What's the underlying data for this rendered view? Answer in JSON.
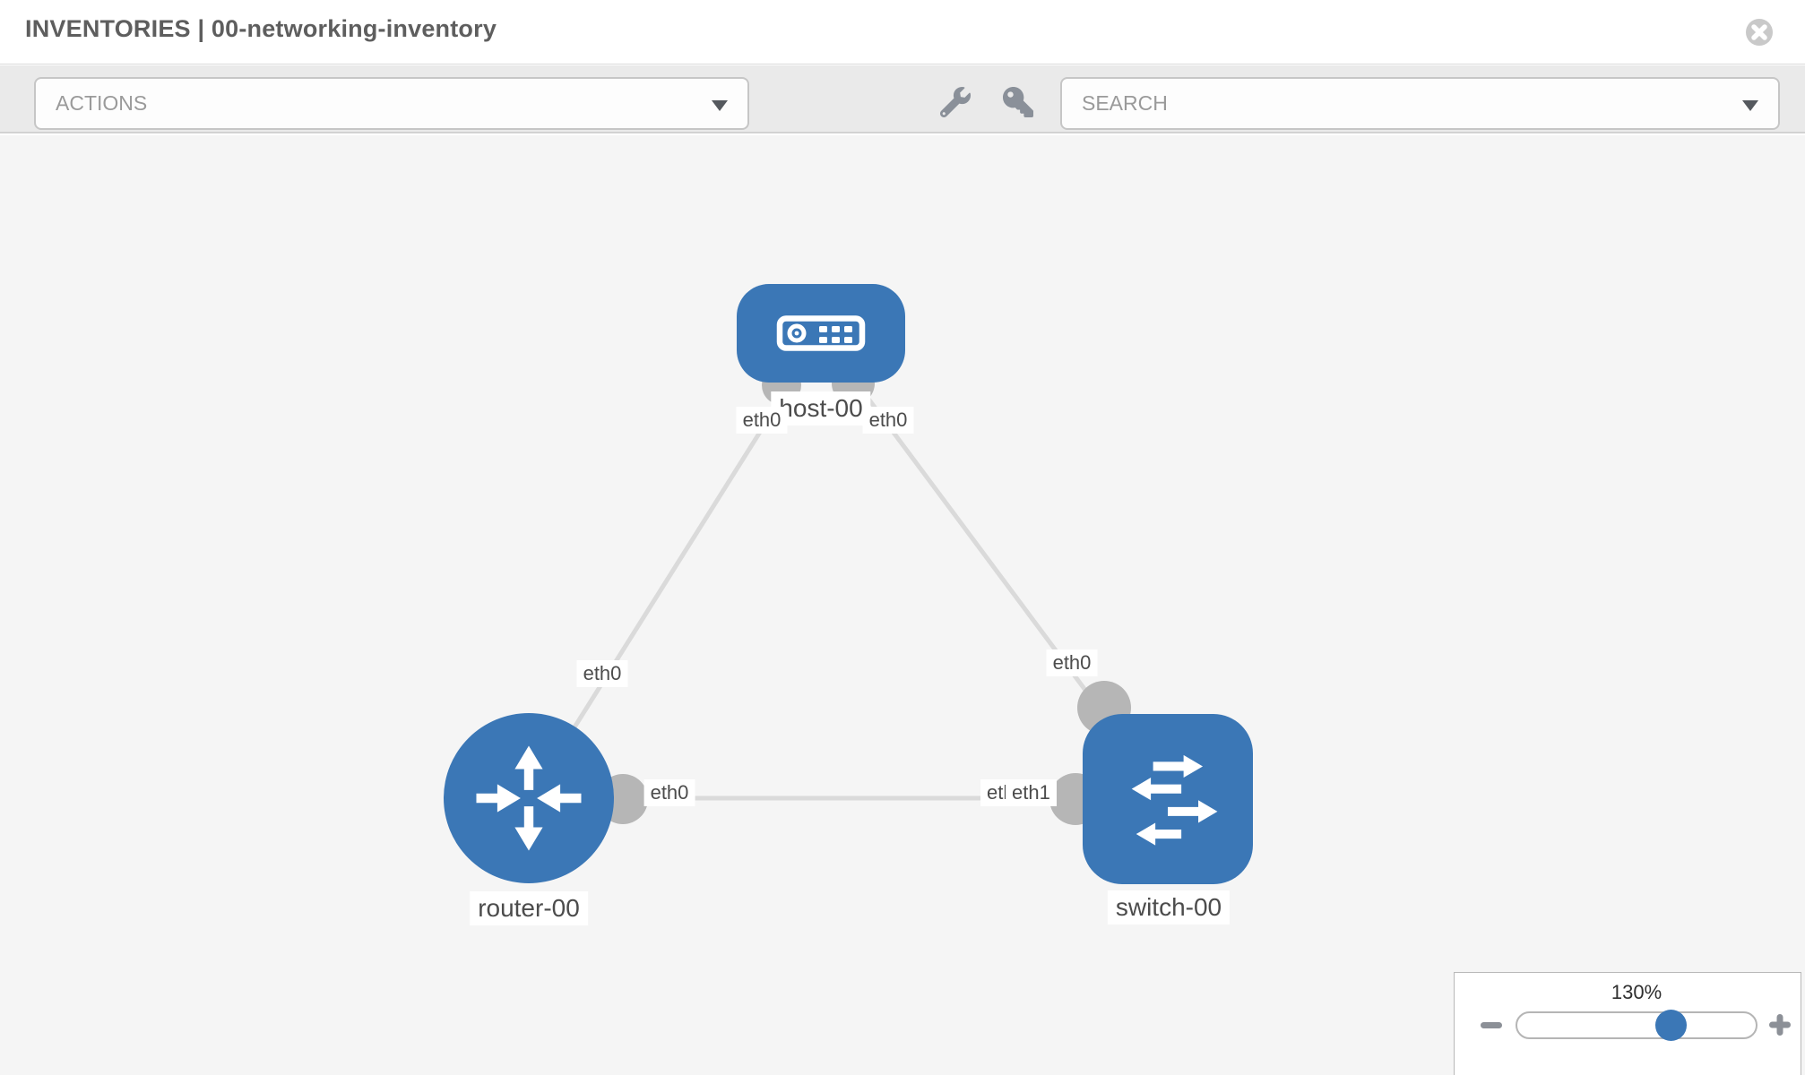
{
  "header": {
    "title": "INVENTORIES | 00-networking-inventory"
  },
  "toolbar": {
    "actions_label": "ACTIONS",
    "search_label": "SEARCH"
  },
  "topology": {
    "nodes": [
      {
        "id": "host-00",
        "type": "host",
        "label": "host-00"
      },
      {
        "id": "router-00",
        "type": "router",
        "label": "router-00"
      },
      {
        "id": "switch-00",
        "type": "switch",
        "label": "switch-00"
      }
    ],
    "links": [
      {
        "from": "host-00",
        "to": "router-00",
        "from_iface": "eth0",
        "to_iface": "eth0"
      },
      {
        "from": "host-00",
        "to": "switch-00",
        "from_iface": "eth0",
        "to_iface": "eth0"
      },
      {
        "from": "router-00",
        "to": "switch-00",
        "from_iface": "eth0",
        "to_iface": "eth1",
        "to_iface_under": "eth0"
      }
    ]
  },
  "zoom": {
    "level": "130%"
  },
  "icons": {
    "close": "circle-x",
    "wrench": "wrench",
    "key": "key",
    "dropdown_caret": "triangle-down",
    "zoom_out": "minus",
    "zoom_in": "plus",
    "host": "server-box",
    "router": "four-arrows",
    "switch": "crossing-arrows"
  },
  "colors": {
    "node_blue": "#3b77b6",
    "link_gray": "#dadada",
    "dot_gray": "#b6b6b6",
    "canvas_bg": "#f5f5f5",
    "toolbar_bg": "#eaeaea",
    "label_text": "#4c4c4c",
    "title_text": "#5e5e5e"
  }
}
